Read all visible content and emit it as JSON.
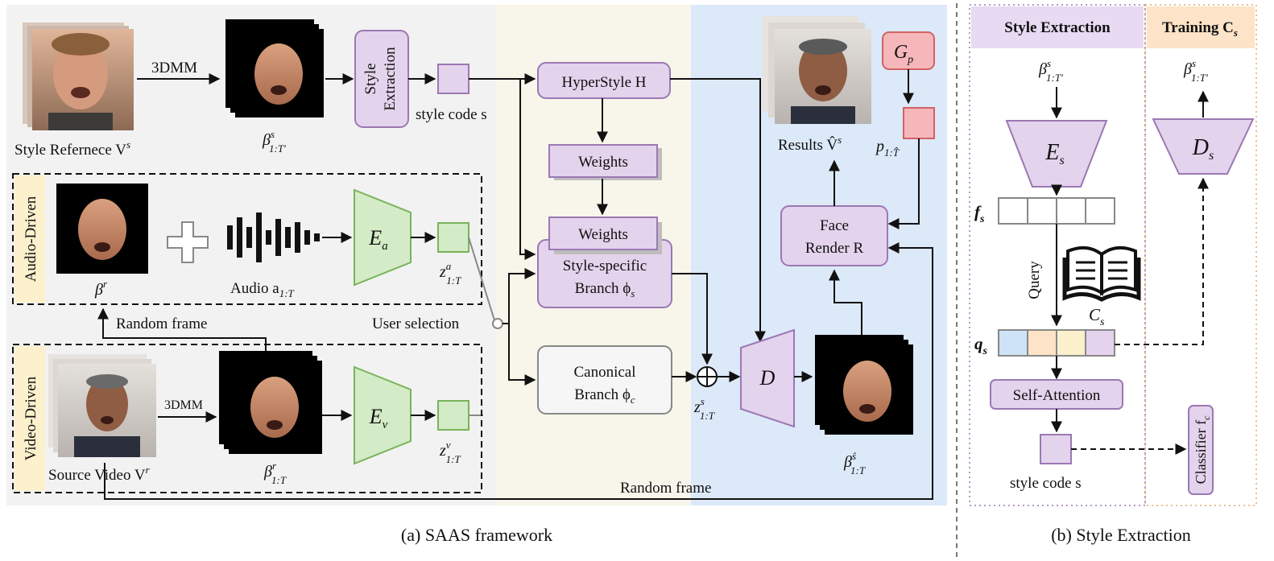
{
  "colors": {
    "purple_fill": "#e4d3ec",
    "purple_stroke": "#9b78b3",
    "green_fill": "#d3ebc6",
    "green_stroke": "#79b35a",
    "red_fill": "#f5b7b9",
    "red_stroke": "#d26166",
    "region_gray": "#f2f2f2",
    "region_beige": "#f8f5ea",
    "region_blue": "#dce9f8",
    "tag_yellow": "#fdf0cd",
    "header_purple": "#e8daf2",
    "header_orange": "#fde3c7"
  },
  "part_a": {
    "caption": "(a) SAAS framework",
    "style_reference_label": "Style Refernece V",
    "style_reference_sup": "s",
    "tdmm_label": "3DMM",
    "beta_s": {
      "base": "β",
      "sup": "s",
      "sub": "1:T′"
    },
    "style_extraction_line1": "Style",
    "style_extraction_line2": "Extraction",
    "style_code_label": "style code s",
    "hyperstyle_label": "HyperStyle H",
    "weights_label_1": "Weights",
    "weights_label_2": "Weights",
    "style_specific_line1": "Style-specific",
    "style_specific_line2": "Branch ϕ",
    "style_specific_sub": "s",
    "canonical_line1": "Canonical",
    "canonical_line2": "Branch ϕ",
    "canonical_sub": "c",
    "decoder_label": "D",
    "z_s": {
      "base": "z",
      "sup": "s",
      "sub": "1:T"
    },
    "beta_hat": {
      "base": "β",
      "sup": "ŝ",
      "sub": "1:T"
    },
    "face_render_line1": "Face",
    "face_render_line2": "Render R",
    "results_label": "Results V̂",
    "results_sup": "s",
    "gp_label": "G",
    "gp_sub": "p",
    "p_label": {
      "base": "p",
      "sub": "1:T̂"
    },
    "audio_tag": "Audio-Driven",
    "video_tag": "Video-Driven",
    "beta_r": {
      "base": "β",
      "sup": "r"
    },
    "audio_label": "Audio a",
    "audio_sub": "1:T",
    "ea_label": "E",
    "ea_sub": "a",
    "z_a": {
      "base": "z",
      "sup": "a",
      "sub": "1:T"
    },
    "random_frame_top": "Random frame",
    "user_selection": "User selection",
    "source_video_label": "Source Video V",
    "source_video_sup": "r",
    "tdmm_label_2": "3DMM",
    "beta_r_seq": {
      "base": "β",
      "sup": "r",
      "sub": "1:T"
    },
    "ev_label": "E",
    "ev_sub": "v",
    "z_v": {
      "base": "z",
      "sup": "v",
      "sub": "1:T"
    },
    "random_frame_bottom": "Random frame"
  },
  "part_b": {
    "caption": "(b) Style Extraction",
    "header_style": "Style Extraction",
    "header_training": "Training C",
    "header_training_sub": "s",
    "beta_in": {
      "base": "β",
      "sup": "s",
      "sub": "1:T′"
    },
    "beta_out": {
      "base": "β",
      "sup": "s",
      "sub": "1:T′"
    },
    "es_label": "E",
    "es_sub": "s",
    "ds_label": "D",
    "ds_sub": "s",
    "fs_label": "f",
    "fs_sub": "s",
    "query_label": "Query",
    "cs_label": "C",
    "cs_sub": "s",
    "qs_label": "q",
    "qs_sub": "s",
    "qs_cells": [
      "#cfe3f7",
      "#fde3c7",
      "#fdf0cd",
      "#e4d3ec"
    ],
    "self_attention_label": "Self-Attention",
    "style_code_label": "style code s",
    "classifier_label": "Classifier f",
    "classifier_sub": "c"
  }
}
